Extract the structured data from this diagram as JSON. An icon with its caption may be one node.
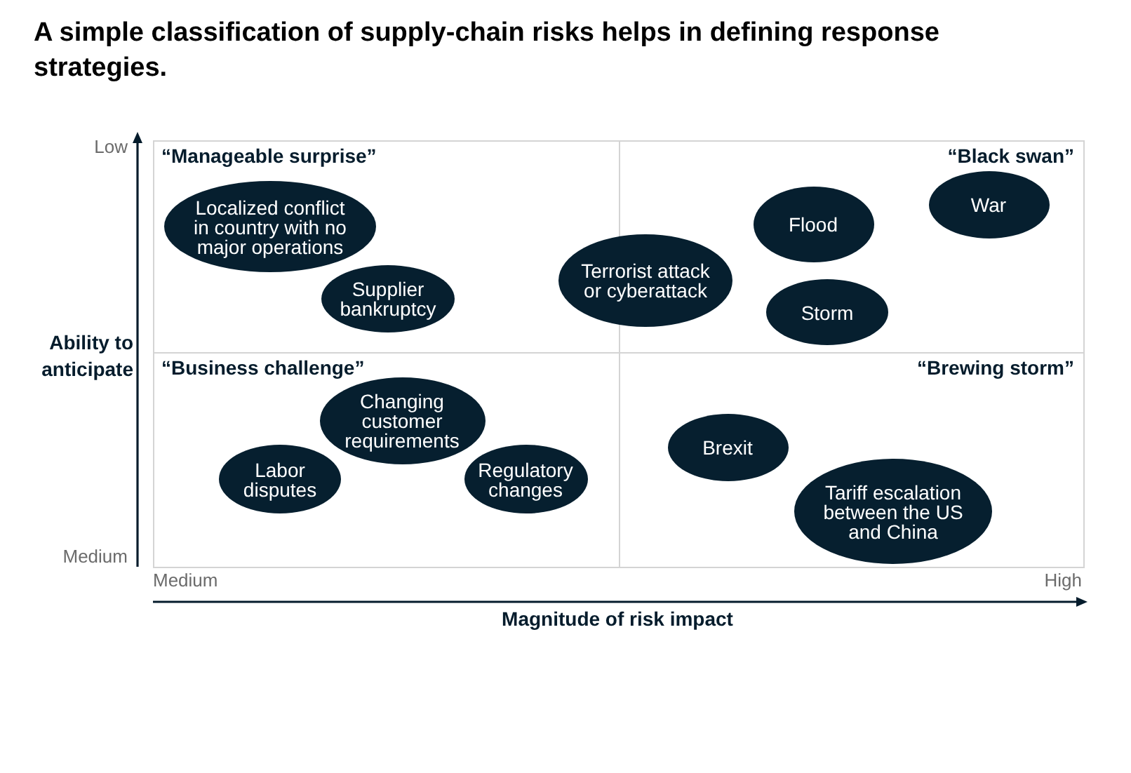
{
  "diagram": {
    "title": "A simple classification of supply-chain risks helps in defining response strategies.",
    "nodes": [
      {
        "text": [
          "“Manageable surprise”"
        ]
      },
      {
        "text": [
          "Localized conflict in country with no major operations"
        ],
        "in": 0
      },
      {
        "text": [
          "Supplier bankruptcy"
        ],
        "in": 0
      },
      {
        "text": [
          "Terrorist attack or cyberattack"
        ]
      },
      {
        "text": [
          "“Black swan”"
        ]
      },
      {
        "text": [
          "Flood"
        ],
        "in": 4
      },
      {
        "text": [
          "War"
        ],
        "in": 4
      },
      {
        "text": [
          "Storm"
        ],
        "in": 4
      },
      {
        "text": [
          "“Business challenge”"
        ]
      },
      {
        "text": [
          "Changing customer requirements"
        ],
        "in": 8
      },
      {
        "text": [
          "Labor disputes"
        ],
        "in": 8
      },
      {
        "text": [
          "Regulatory changes"
        ],
        "in": 8
      },
      {
        "text": [
          "“Brewing storm”"
        ]
      },
      {
        "text": [
          "Brexit"
        ],
        "in": 12
      },
      {
        "text": [
          "Tariff escalation between the US and China"
        ],
        "in": 12
      }
    ],
    "labels": [
      "Low",
      "Ability to anticipate",
      "Medium",
      "Medium",
      "High",
      "Magnitude of risk impact"
    ]
  }
}
